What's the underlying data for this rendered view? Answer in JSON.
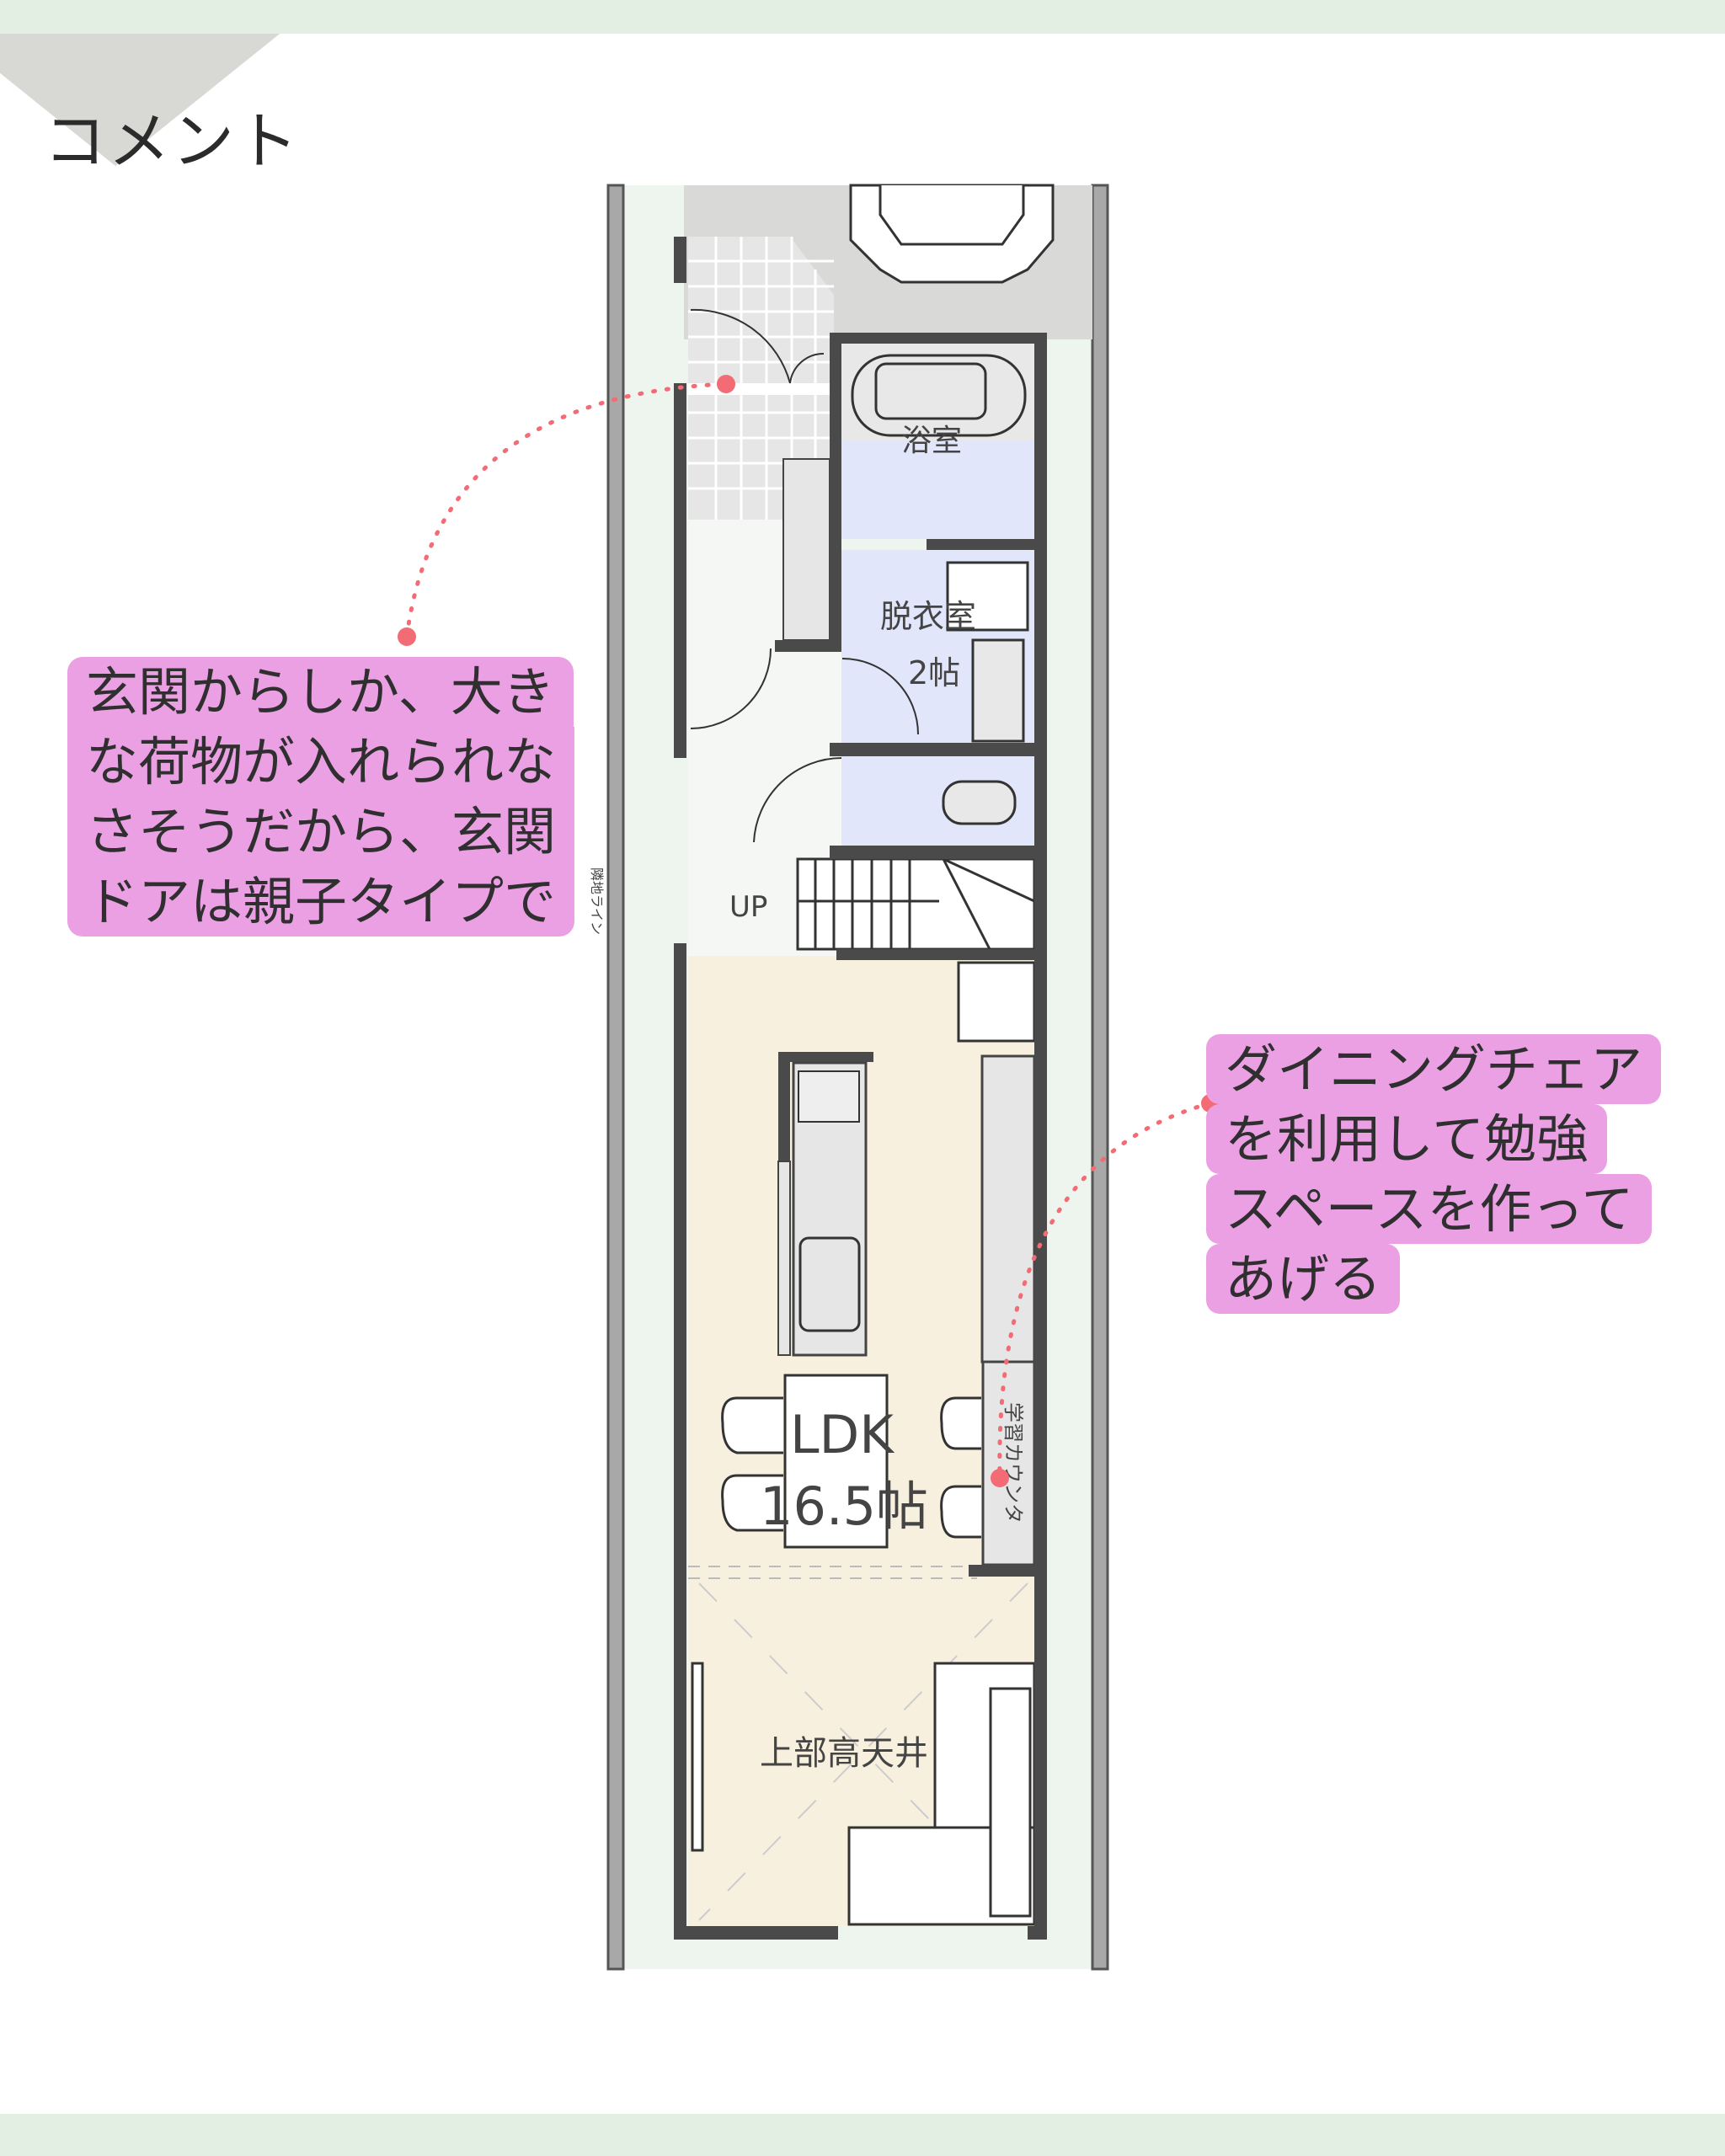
{
  "header": {
    "title": "コメント"
  },
  "plan": {
    "rooms": {
      "bath": "浴室",
      "dressing": "脱衣室",
      "dressing_size": "2帖",
      "stairs": "UP",
      "ldk": "LDK",
      "ldk_size": "16.5帖",
      "high_ceiling": "上部高天井",
      "study_counter": "学習カウンタ",
      "boundary_left": "隣地ライン"
    },
    "colors": {
      "wall": "#4a4a4a",
      "wet_room": "#e1e6fb",
      "ldk_floor": "#f8f0de",
      "garden": "#eef5ef",
      "marker": "#f26b75"
    }
  },
  "comments": [
    {
      "lines": [
        "玄関からしか、大き",
        "な荷物が入れられな",
        "さそうだから、玄関",
        "ドアは親子タイプで"
      ]
    },
    {
      "lines": [
        "ダイニングチェア",
        "を利用して勉強",
        "スペースを作って",
        "あげる"
      ]
    }
  ]
}
